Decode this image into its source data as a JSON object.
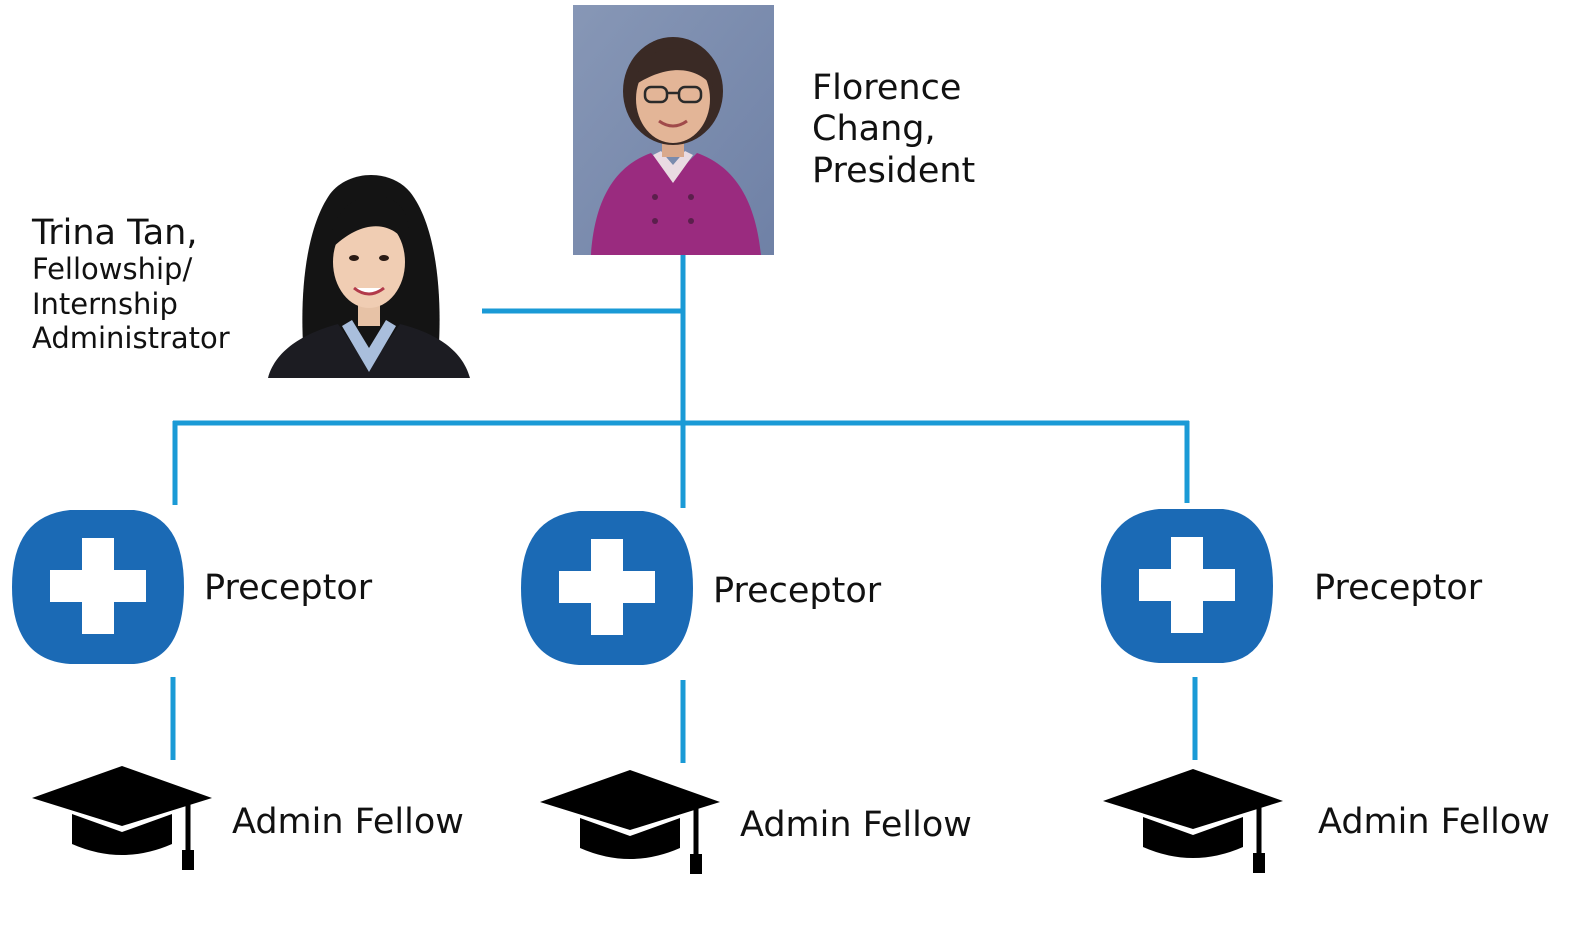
{
  "colors": {
    "connector": "#1a9ad6",
    "logo_blue": "#1b6ab5",
    "president_backdrop": "#7c8eb0",
    "president_jacket": "#9a2b7f",
    "admin_blazer": "#1c1c22"
  },
  "president": {
    "name_line1": "Florence",
    "name_line2": "Chang,",
    "name_line3": "President",
    "photo_icon": "portrait-photo"
  },
  "administrator": {
    "name_line1": "Trina Tan,",
    "role_line1": "Fellowship/",
    "role_line2": "Internship",
    "role_line3": "Administrator",
    "photo_icon": "portrait-photo"
  },
  "preceptors": [
    {
      "label": "Preceptor",
      "icon": "medical-cross-logo-icon"
    },
    {
      "label": "Preceptor",
      "icon": "medical-cross-logo-icon"
    },
    {
      "label": "Preceptor",
      "icon": "medical-cross-logo-icon"
    }
  ],
  "fellows": [
    {
      "label": "Admin Fellow",
      "icon": "graduation-cap-icon"
    },
    {
      "label": "Admin Fellow",
      "icon": "graduation-cap-icon"
    },
    {
      "label": "Admin Fellow",
      "icon": "graduation-cap-icon"
    }
  ]
}
